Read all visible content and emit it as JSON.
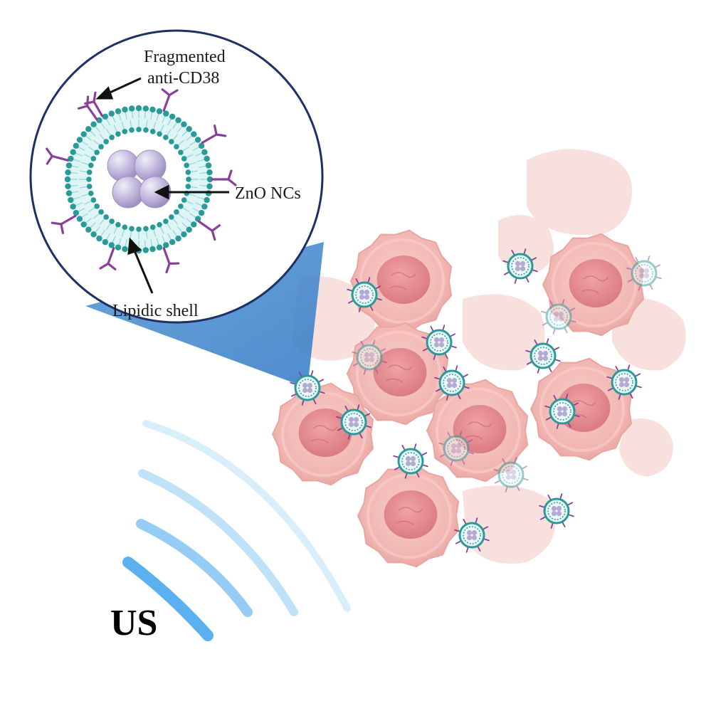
{
  "labels": {
    "antibody_line1": "Fragmented",
    "antibody_line2": "anti-CD38",
    "core": "ZnO NCs",
    "shell": "Lipidic shell",
    "ultrasound": "US"
  },
  "colors": {
    "zoom_callout": "#2f78c4",
    "circle_border": "#1e2f66",
    "lipid_head": "#2a9a98",
    "lipid_tail": "#8fd6d6",
    "antibody": "#8a3f9a",
    "core_sphere": "#bcb2d8",
    "cell_body": "#f2b7b2",
    "cell_nucleus": "#e68f92",
    "background_tissue": "#f3c7c3",
    "us_wave": "#4aa8e8"
  },
  "icons": {
    "nanoparticle": "lipid-nanoparticle-icon",
    "cell": "tumor-cell-icon",
    "wave": "ultrasound-wave-icon"
  }
}
